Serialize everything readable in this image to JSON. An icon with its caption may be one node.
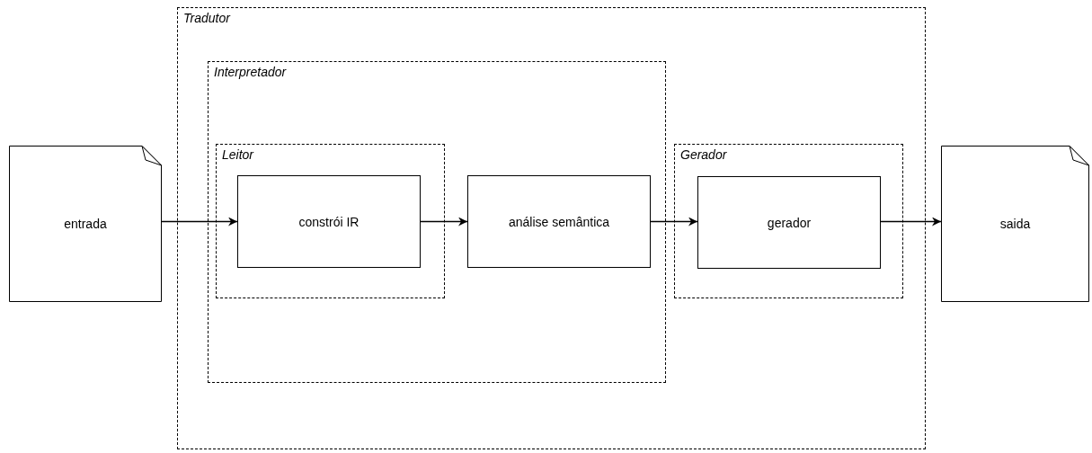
{
  "diagram": {
    "nodes": [
      {
        "text": [
          "entrada"
        ]
      },
      {
        "text": [
          "Tradutor"
        ]
      },
      {
        "text": [
          "Interpretador"
        ],
        "in": 1
      },
      {
        "text": [
          "Leitor"
        ],
        "in": 2
      },
      {
        "text": [
          "constrói IR"
        ],
        "in": 3
      },
      {
        "text": [
          "análise semântica"
        ],
        "in": 2
      },
      {
        "text": [
          "Gerador"
        ],
        "in": 1
      },
      {
        "text": [
          "gerador"
        ],
        "in": 6
      },
      {
        "text": [
          "saida"
        ]
      }
    ],
    "edges": [
      {
        "from": 0,
        "to": 4,
        "arrow": "to"
      },
      {
        "from": 4,
        "to": 5,
        "arrow": "to"
      },
      {
        "from": 5,
        "to": 7,
        "arrow": "to"
      },
      {
        "from": 7,
        "to": 8,
        "arrow": "to"
      }
    ]
  }
}
